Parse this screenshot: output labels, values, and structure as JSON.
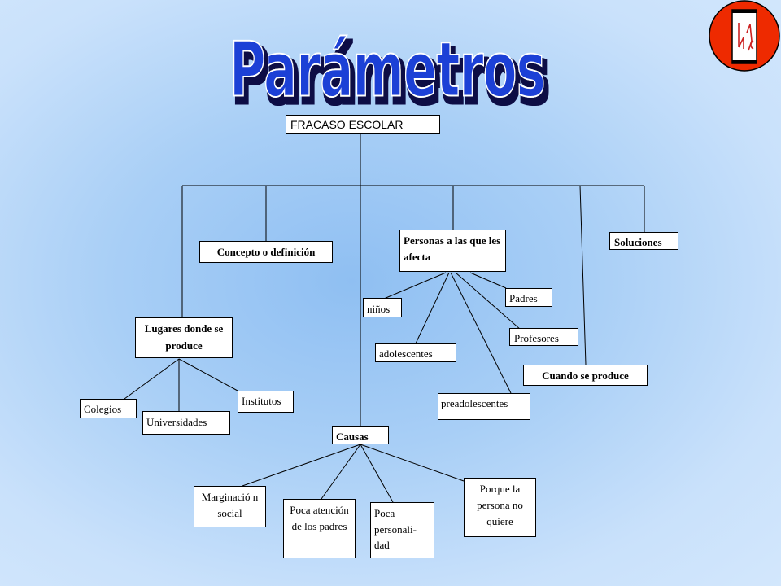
{
  "title": "Parámetros",
  "colors": {
    "title_fill": "#1f3fd6",
    "title_shadow": "#0a0a44",
    "logo_red": "#ee2a00"
  },
  "root": {
    "label": "FRACASO ESCOLAR"
  },
  "branches": {
    "concepto": "Concepto o definición",
    "personas": "Personas a las que les afecta",
    "soluciones": "Soluciones",
    "lugares": "Lugares donde se produce",
    "cuando": "Cuando se produce",
    "causas": "Causas"
  },
  "personas_items": {
    "ninos": "niños",
    "padres": "Padres",
    "profesores": "Profesores",
    "adolescentes": "adolescentes",
    "preadolescentes": "preadolescentes"
  },
  "lugares_items": {
    "colegios": "Colegios",
    "universidades": "Universidades",
    "institutos": "Institutos"
  },
  "causas_items": {
    "marginacion": "Marginació n social",
    "poca_atencion": "Poca atención de los padres",
    "poca_personalidad": "Poca personali- dad",
    "porque": "Porque la persona no quiere"
  }
}
